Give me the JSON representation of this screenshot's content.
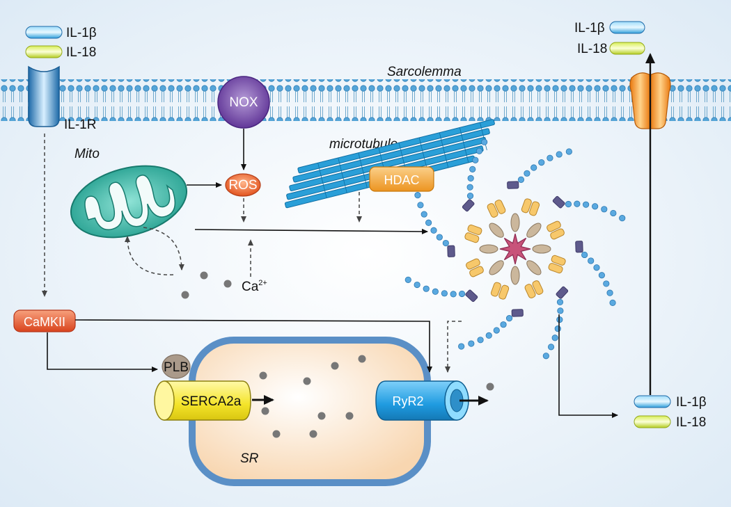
{
  "labels": {
    "membrane": "Sarcolemma",
    "il1b": "IL-1β",
    "il18": "IL-18",
    "il1r": "IL-1R",
    "nox": "NOX",
    "mito": "Mito",
    "ros": "ROS",
    "microtubule": "microtubule",
    "hdac": "HDAC",
    "calcium_base": "Ca",
    "calcium_sup": "2+",
    "camkii": "CaMKII",
    "plb": "PLB",
    "serca": "SERCA2a",
    "ryr2": "RyR2",
    "sr": "SR"
  },
  "colors": {
    "background": "#e6f0f8",
    "membrane_head": "#4f9fd4",
    "il1b_fill": "#3aaee8",
    "il18_fill": "#c9e23a",
    "receptor": "#2b7fc0",
    "nox": "#6b3fa0",
    "mito": "#2cb5a3",
    "ros": "#e8642c",
    "microtubule": "#2a9fd8",
    "hdac": "#f0a23a",
    "camkii": "#e4572e",
    "plb": "#a89888",
    "serca": "#f5e63a",
    "ryr2": "#1f9be0",
    "sr_fill": "#fbe3c8",
    "sr_border": "#5a8fc6",
    "channel": "#f08a1c",
    "calcium_dot": "#777777"
  },
  "icons": [
    "membrane-bilayer",
    "il1r-receptor",
    "nox-enzyme",
    "mitochondrion-icon",
    "microtubule-bundle",
    "inflammasome-icon",
    "sarcoplasmic-reticulum",
    "serca-pump",
    "ryr2-channel",
    "export-channel"
  ]
}
